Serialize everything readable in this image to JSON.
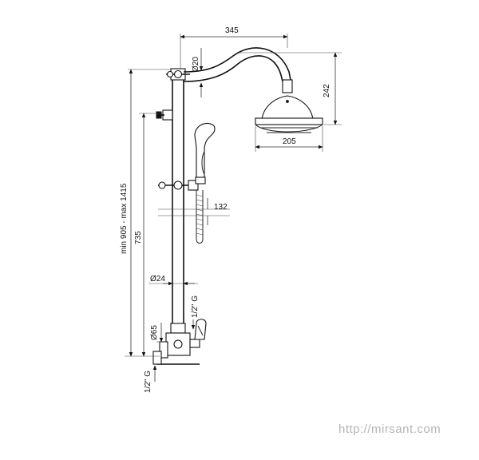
{
  "dimensions": {
    "arm_reach": "345",
    "arm_pipe_diameter": "Ø20",
    "head_height": "242",
    "head_diameter": "205",
    "handshower_offset": "132",
    "total_height": "min 905 - max 1415",
    "lower_height": "735",
    "riser_diameter": "Ø24",
    "riser_thread": "1/2\" G",
    "mixer_diameter": "Ø65",
    "inlet_thread": "1/2\" G"
  },
  "watermark": "http://mirsant.com"
}
